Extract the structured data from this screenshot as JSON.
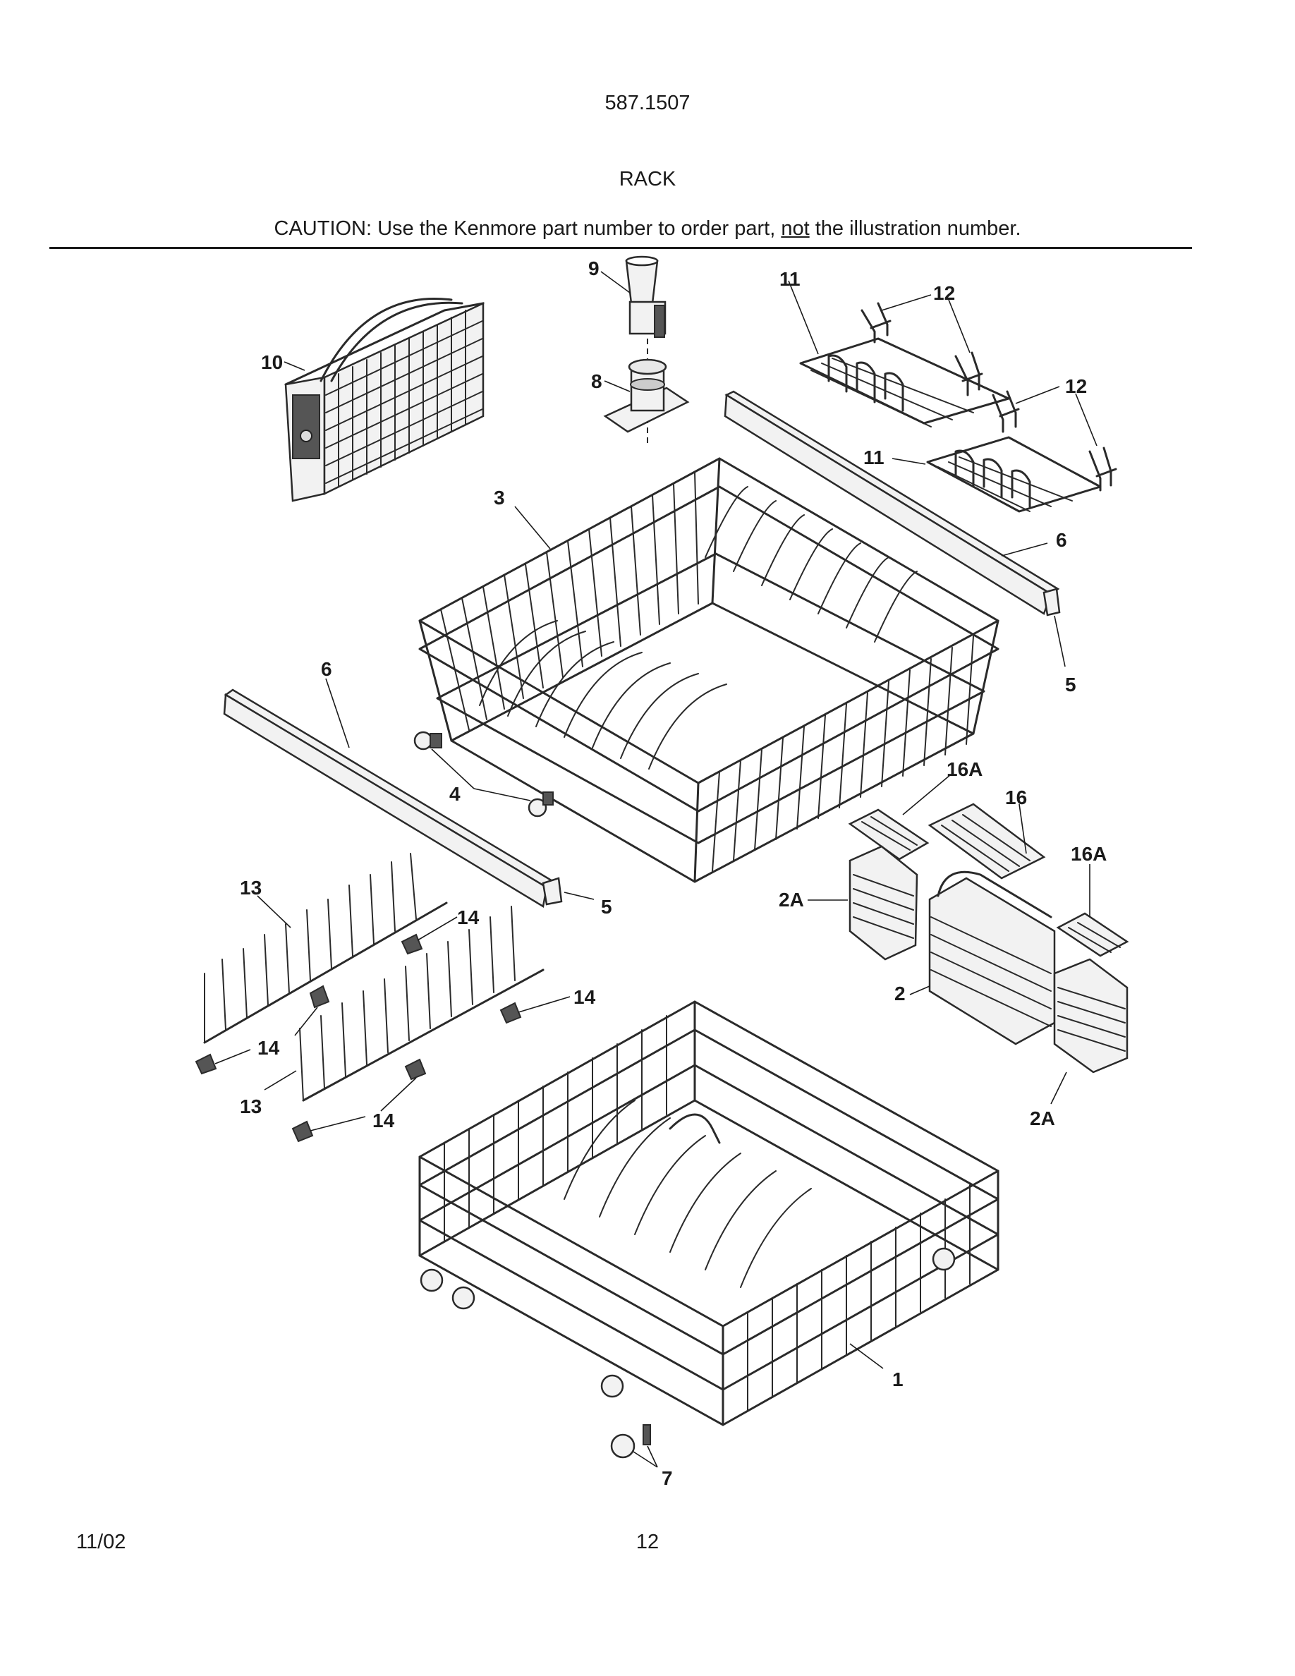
{
  "header": {
    "model_number": "587.1507",
    "section_title": "RACK",
    "caution_prefix": "CAUTION: Use the Kenmore part number to order part, ",
    "caution_underlined": "not",
    "caution_suffix": " the illustration number."
  },
  "footer": {
    "date": "11/02",
    "page_number": "12"
  },
  "callouts": {
    "c1": "1",
    "c2": "2",
    "c2a_top": "2A",
    "c2a_bottom": "2A",
    "c3": "3",
    "c4": "4",
    "c5_right": "5",
    "c5_left": "5",
    "c6_right": "6",
    "c6_left": "6",
    "c7": "7",
    "c8": "8",
    "c9": "9",
    "c10": "10",
    "c11_top": "11",
    "c11_mid": "11",
    "c12_a": "12",
    "c12_b": "12",
    "c13_top": "13",
    "c13_bottom": "13",
    "c14_a": "14",
    "c14_b": "14",
    "c14_c": "14",
    "c14_d": "14",
    "c16": "16",
    "c16a_left": "16A",
    "c16a_right": "16A"
  }
}
